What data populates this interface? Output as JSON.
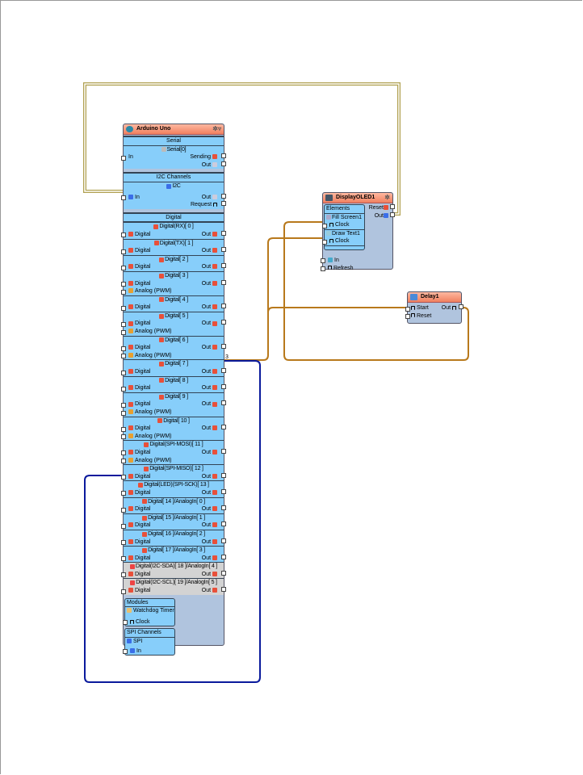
{
  "arduino": {
    "title": "Arduino Uno",
    "serial": {
      "title": "Serial",
      "channel": "Serial[0]",
      "in": "In",
      "sending": "Sending",
      "out": "Out"
    },
    "i2c": {
      "title": "I2C Channels",
      "channel": "I2C",
      "in": "In",
      "out": "Out",
      "request": "Request"
    },
    "digital": {
      "title": "Digital",
      "pin_label": "Digital",
      "out_label": "Out",
      "analog_label": "Analog (PWM)",
      "channels": [
        {
          "name": "Digital(RX)[ 0 ]",
          "analog": false
        },
        {
          "name": "Digital(TX)[ 1 ]",
          "analog": false
        },
        {
          "name": "Digital[ 2 ]",
          "analog": false
        },
        {
          "name": "Digital[ 3 ]",
          "analog": true
        },
        {
          "name": "Digital[ 4 ]",
          "analog": false
        },
        {
          "name": "Digital[ 5 ]",
          "analog": true
        },
        {
          "name": "Digital[ 6 ]",
          "analog": true
        },
        {
          "name": "Digital[ 7 ]",
          "analog": false
        },
        {
          "name": "Digital[ 8 ]",
          "analog": false
        },
        {
          "name": "Digital[ 9 ]",
          "analog": true
        },
        {
          "name": "Digital[ 10 ]",
          "analog": true
        },
        {
          "name": "Digital(SPI-MOSI)[ 11 ]",
          "analog": true
        },
        {
          "name": "Digital(SPI-MISO)[ 12 ]",
          "analog": false
        },
        {
          "name": "Digital(LED)(SPI-SCK)[ 13 ]",
          "analog": false
        },
        {
          "name": "Digital[ 14 ]/AnalogIn[ 0 ]",
          "analog": false
        },
        {
          "name": "Digital[ 15 ]/AnalogIn[ 1 ]",
          "analog": false
        },
        {
          "name": "Digital[ 16 ]/AnalogIn[ 2 ]",
          "analog": false
        },
        {
          "name": "Digital[ 17 ]/AnalogIn[ 3 ]",
          "analog": false
        },
        {
          "name": "Digital(I2C-SDA)[ 18 ]/AnalogIn[ 4 ]",
          "analog": false,
          "disabled": true
        },
        {
          "name": "Digital(I2C-SCL)[ 19 ]/AnalogIn[ 5 ]",
          "analog": false,
          "disabled": true
        }
      ]
    },
    "modules": {
      "title": "Modules",
      "item": "Watchdog Timer",
      "clock": "Clock"
    },
    "spi": {
      "title": "SPI Channels",
      "item": "SPI",
      "in": "In"
    }
  },
  "display": {
    "title": "DisplayOLED1",
    "elements": "Elements",
    "fill": "Fill Screen1",
    "draw": "Draw Text1",
    "clock": "Clock",
    "reset": "Reset",
    "out": "Out",
    "in": "In",
    "refresh": "Refresh"
  },
  "delay": {
    "title": "Delay1",
    "start": "Start",
    "reset": "Reset",
    "out": "Out"
  },
  "wire_label": "3",
  "colors": {
    "i2c_wire": "#c8b866",
    "clock_wire": "#b8791c",
    "digital_wire": "#0a1a9c",
    "header": "#f08060",
    "body": "#87cefa"
  }
}
